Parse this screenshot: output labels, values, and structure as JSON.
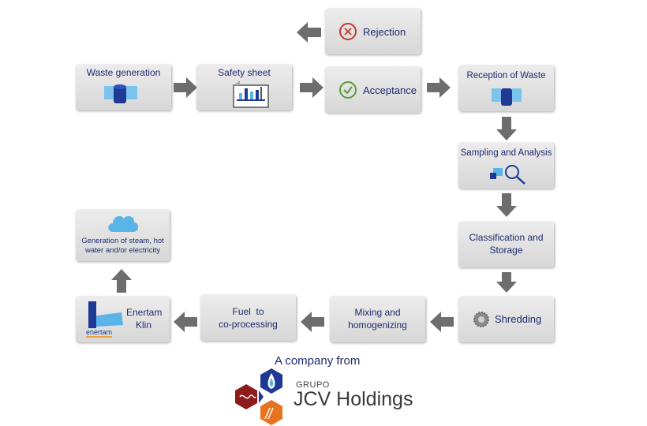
{
  "steps": {
    "waste_generation": "Waste generation",
    "safety_sheet": "Safety sheet",
    "rejection": "Rejection",
    "acceptance": "Acceptance",
    "reception": "Reception of Waste",
    "sampling": "Sampling and Analysis",
    "classification_l1": "Classification and",
    "classification_l2": "Storage",
    "shredding": "Shredding",
    "mixing_l1": "Mixing and",
    "mixing_l2": "homogenizing",
    "fuel_l1": "Fuel  to",
    "fuel_l2": "co-processing",
    "kiln_l1": "Enertam",
    "kiln_l2": "Klin",
    "kiln_brand": "enertam",
    "generation_l1": "Generation of steam, hot",
    "generation_l2": "water and/or electricity"
  },
  "footer": {
    "tagline": "A company from",
    "grupo": "GRUPO",
    "company": "JCV Holdings"
  },
  "colors": {
    "text": "#1f2a6e",
    "arrow": "#6d6d6d",
    "accent_blue": "#5ab4e8",
    "dark_blue": "#1e3a94",
    "reject_red": "#c0392b",
    "accept_green": "#5a9a3a",
    "logo_red": "#8e1b1b",
    "logo_orange": "#e8731e"
  }
}
